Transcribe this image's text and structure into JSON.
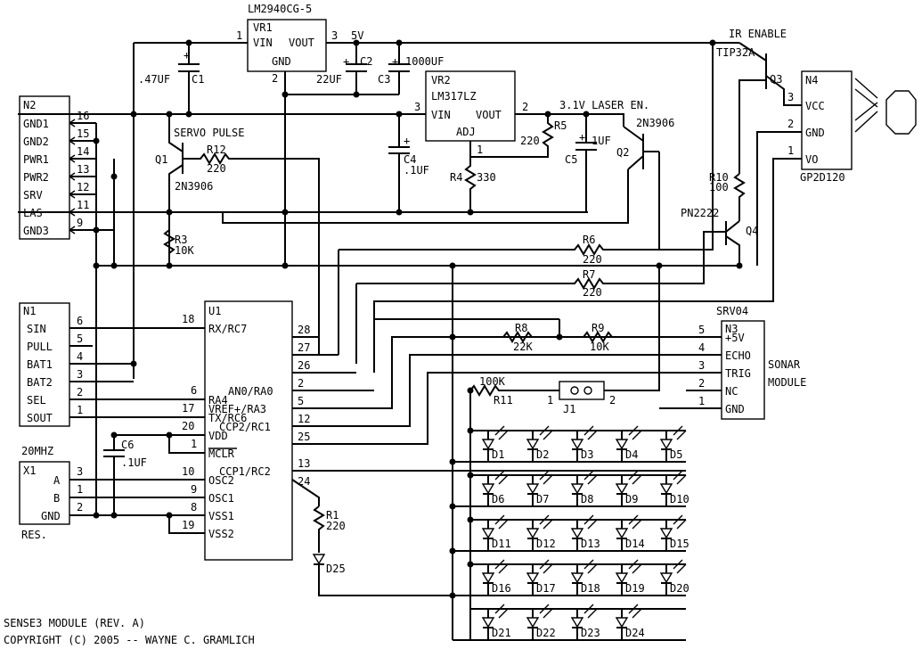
{
  "footer": {
    "title": "SENSE3 MODULE (REV. A)",
    "copyright": "COPYRIGHT (C) 2005 -- WAYNE C. GRAMLICH"
  },
  "regulator1": {
    "part": "LM2940CG-5",
    "ref": "VR1",
    "vin": "VIN",
    "vout": "VOUT",
    "gnd": "GND",
    "pin1": "1",
    "pin2": "2",
    "pin3": "3",
    "rail": "5V"
  },
  "regulator2": {
    "ref": "VR2",
    "part": "LM317LZ",
    "vin": "VIN",
    "vout": "VOUT",
    "adj": "ADJ",
    "pin1": "1",
    "pin2": "2",
    "pin3": "3",
    "label": "3.1V LASER EN."
  },
  "caps": {
    "c1": {
      "ref": "C1",
      "value": ".47UF"
    },
    "c2": {
      "ref": "C2",
      "value": "22UF"
    },
    "c3": {
      "ref": "C3",
      "value": "1000UF"
    },
    "c4": {
      "ref": "C4",
      "value": ".1UF"
    },
    "c5": {
      "ref": "C5",
      "value": "1UF"
    },
    "c6": {
      "ref": "C6",
      "value": ".1UF"
    }
  },
  "resistors": {
    "r1": {
      "ref": "R1",
      "value": "220"
    },
    "r3": {
      "ref": "R3",
      "value": "10K"
    },
    "r4": {
      "ref": "R4",
      "value": "330"
    },
    "r5": {
      "ref": "R5",
      "value": "220"
    },
    "r6": {
      "ref": "R6",
      "value": "220"
    },
    "r7": {
      "ref": "R7",
      "value": "220"
    },
    "r8": {
      "ref": "R8",
      "value": "22K"
    },
    "r9": {
      "ref": "R9",
      "value": "10K"
    },
    "r10": {
      "ref": "R10",
      "value": "100"
    },
    "r11": {
      "ref": "R11",
      "value": "100K"
    },
    "r12": {
      "ref": "R12",
      "value": "220"
    }
  },
  "transistors": {
    "q1": {
      "ref": "Q1",
      "part": "2N3906",
      "label": "SERVO PULSE"
    },
    "q2": {
      "ref": "Q2",
      "part": "2N3906"
    },
    "q3": {
      "ref": "Q3",
      "part": "TIP32A",
      "label": "IR ENABLE"
    },
    "q4": {
      "ref": "Q4",
      "part": "PN2222"
    }
  },
  "n2": {
    "ref": "N2",
    "pins": [
      {
        "name": "GND1",
        "num": "16"
      },
      {
        "name": "GND2",
        "num": "15"
      },
      {
        "name": "PWR1",
        "num": "14"
      },
      {
        "name": "PWR2",
        "num": "13"
      },
      {
        "name": "SRV",
        "num": "12"
      },
      {
        "name": "LAS",
        "num": "11"
      },
      {
        "name": "GND3",
        "num": "9"
      }
    ]
  },
  "n1": {
    "ref": "N1",
    "pins": [
      {
        "name": "SIN",
        "num": "6"
      },
      {
        "name": "PULL",
        "num": "5"
      },
      {
        "name": "BAT1",
        "num": "4"
      },
      {
        "name": "BAT2",
        "num": "3"
      },
      {
        "name": "SEL",
        "num": "2"
      },
      {
        "name": "SOUT",
        "num": "1"
      }
    ]
  },
  "x1": {
    "ref": "X1",
    "freq": "20MHZ",
    "type": "RES.",
    "pins": [
      {
        "name": "A",
        "num": "3"
      },
      {
        "name": "B",
        "num": "1"
      },
      {
        "name": "GND",
        "num": "2"
      }
    ]
  },
  "u1": {
    "ref": "U1",
    "left": [
      {
        "name": "RX/RC7",
        "num": "18"
      },
      {
        "name": "RA4",
        "num": "6"
      },
      {
        "name": "VREF+/RA3",
        "num": "17"
      },
      {
        "name": "TX/RC6",
        "num": "20"
      },
      {
        "name": "VDD",
        "num": "1"
      },
      {
        "name": "MCLR",
        "num": "10"
      },
      {
        "name": "OSC2",
        "num": "9"
      },
      {
        "name": "OSC1",
        "num": "8"
      },
      {
        "name": "VSS1",
        "num": "19"
      },
      {
        "name": "VSS2",
        "num": ""
      }
    ],
    "right": [
      {
        "name": "AN0/RA0",
        "num": "28"
      },
      {
        "name": "CCP2/RC1",
        "num": "27"
      },
      {
        "name": "CCP1/RC2",
        "num": "26"
      }
    ],
    "rightnums": [
      "28",
      "27",
      "26",
      "2",
      "5",
      "12",
      "25",
      "13",
      "24"
    ]
  },
  "n3": {
    "ref": "N3",
    "module": "SRV04",
    "desc1": "SONAR",
    "desc2": "MODULE",
    "pins": [
      {
        "name": "+5V",
        "num": "5"
      },
      {
        "name": "ECHO",
        "num": "4"
      },
      {
        "name": "TRIG",
        "num": "3"
      },
      {
        "name": "NC",
        "num": "2"
      },
      {
        "name": "GND",
        "num": "1"
      }
    ]
  },
  "n4": {
    "ref": "N4",
    "part": "GP2D120",
    "pins": [
      {
        "name": "VCC",
        "num": "3"
      },
      {
        "name": "GND",
        "num": "2"
      },
      {
        "name": "VO",
        "num": "1"
      }
    ]
  },
  "j1": {
    "ref": "J1",
    "pin1": "1",
    "pin2": "2"
  },
  "leds": [
    "D1",
    "D2",
    "D3",
    "D4",
    "D5",
    "D6",
    "D7",
    "D8",
    "D9",
    "D10",
    "D11",
    "D12",
    "D13",
    "D14",
    "D15",
    "D16",
    "D17",
    "D18",
    "D19",
    "D20",
    "D21",
    "D22",
    "D23",
    "D24"
  ],
  "d25": "D25"
}
